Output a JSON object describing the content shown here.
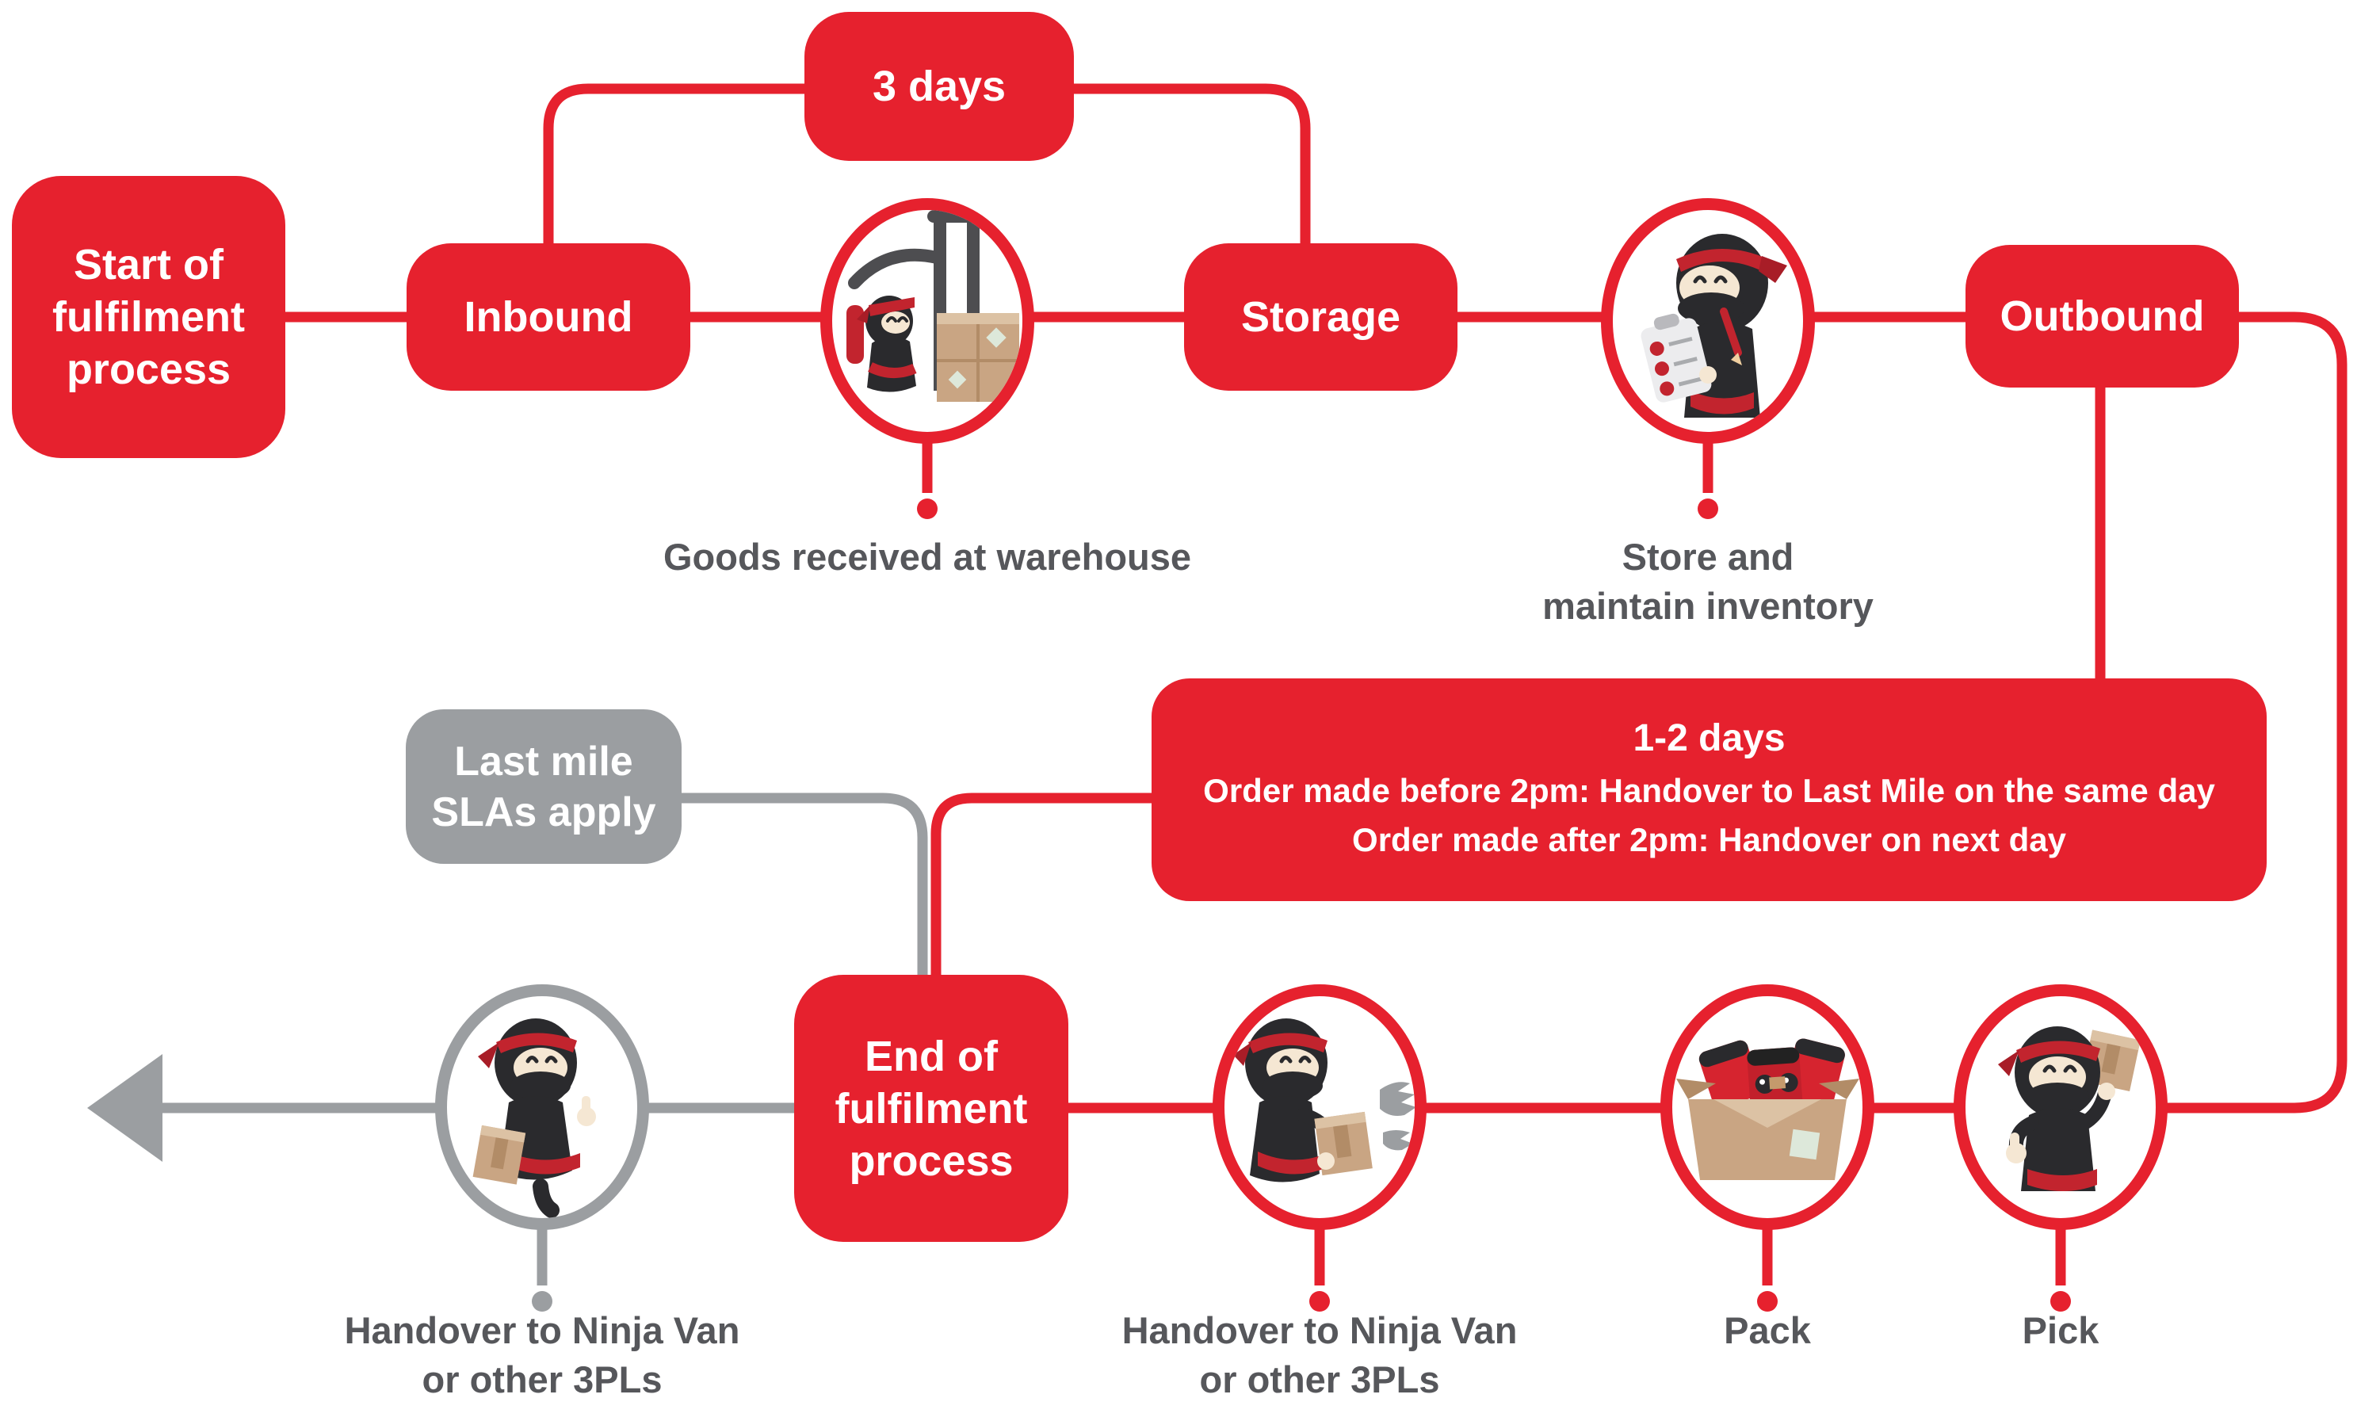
{
  "palette": {
    "red": "#e6212e",
    "dark_red": "#a81d27",
    "gray": "#9b9ea1",
    "ink": "#56575b",
    "white": "#ffffff",
    "carton": "#c9a583",
    "carton_light": "#dcc2a4",
    "carton_dark": "#b28c67",
    "ninja_black": "#2a2a2d",
    "skin": "#f5e7d3"
  },
  "nodes": {
    "start": {
      "lines": [
        "Start of",
        "fulfilment",
        "process"
      ]
    },
    "inbound": {
      "label": "Inbound"
    },
    "three_days": {
      "label": "3 days"
    },
    "storage": {
      "label": "Storage"
    },
    "outbound": {
      "label": "Outbound"
    },
    "sla": {
      "title": "1-2 days",
      "rule1": "Order made before 2pm: Handover to Last Mile on the same day",
      "rule2": "Order made after 2pm: Handover on next day"
    },
    "last_mile": {
      "lines": [
        "Last mile",
        "SLAs apply"
      ]
    },
    "end": {
      "lines": [
        "End of",
        "fulfilment",
        "process"
      ]
    }
  },
  "captions": {
    "goods_received": "Goods received at warehouse",
    "store_inventory": {
      "lines": [
        "Store and",
        "maintain inventory"
      ]
    },
    "handover_gray": {
      "lines": [
        "Handover to Ninja Van",
        "or other 3PLs"
      ]
    },
    "handover_red": {
      "lines": [
        "Handover to Ninja Van",
        "or other 3PLs"
      ]
    },
    "pack": "Pack",
    "pick": "Pick"
  },
  "icons": {
    "forklift_ninja": "forklift-ninja-icon — ninja driving forklift with carton stack",
    "inventory_ninja": "inventory-checklist-ninja-icon — ninja writing on clipboard with red checks",
    "walking_ninja": "walking-ninja-parcel-icon — gray-ringed ninja carrying parcel",
    "handover_ninja": "handover-ninja-icon — ninja passing parcel to gray hands",
    "pack_box": "pack-box-icon — open carton filled with red ninja parcels",
    "pick_ninja": "pick-ninja-icon — ninja thumbs-up holding parcel on shoulder",
    "left_arrow": "left-arrow-icon — gray arrowhead pointing left"
  }
}
